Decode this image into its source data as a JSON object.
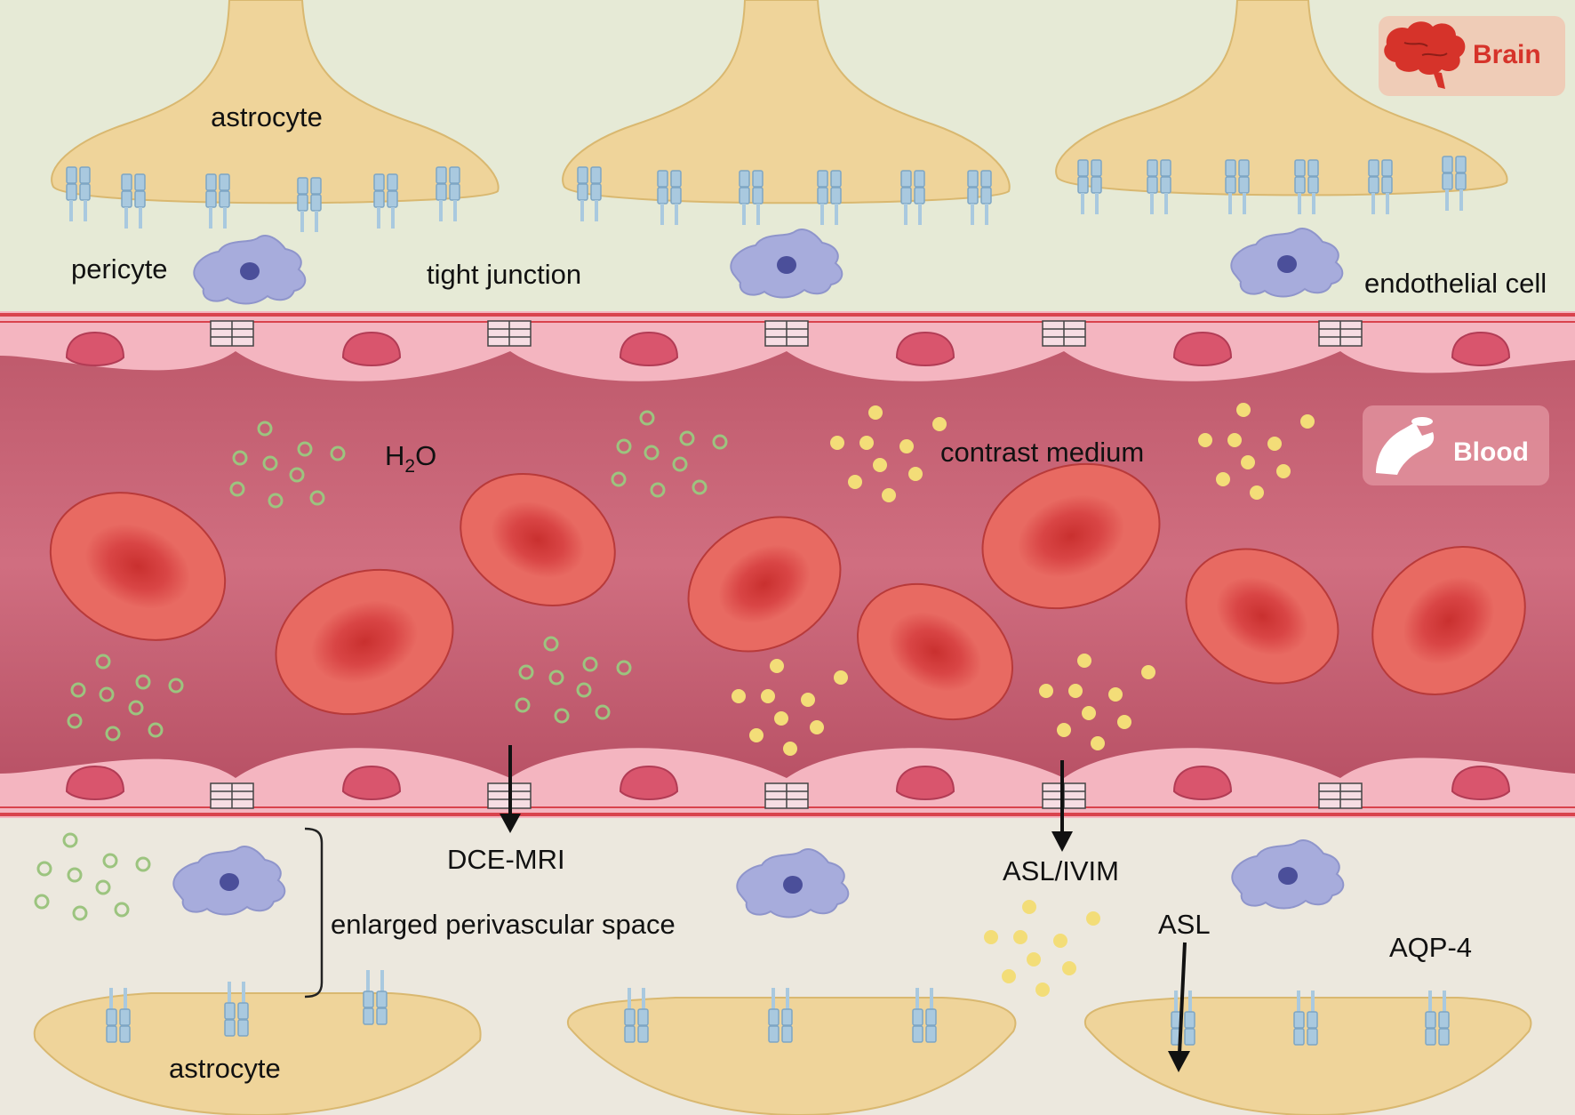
{
  "labels": {
    "astrocyte_top": "astrocyte",
    "pericyte": "pericyte",
    "tight_junction": "tight junction",
    "endothelial_cell": "endothelial cell",
    "h2o_main": "H",
    "h2o_sub": "2",
    "h2o_tail": "O",
    "contrast_medium": "contrast medium",
    "dce_mri": "DCE-MRI",
    "asl_ivim": "ASL/IVIM",
    "asl": "ASL",
    "aqp4": "AQP-4",
    "enlarged_pvs": "enlarged perivascular space",
    "astrocyte_bottom": "astrocyte"
  },
  "badges": {
    "brain": "Brain",
    "blood": "Blood"
  },
  "colors": {
    "brain_zone": "#e6ead6",
    "bottom_zone": "#ece8de",
    "vessel_lumen": "#c85f72",
    "endothelium": "#f4b5c0",
    "rbc": "#e05555",
    "astrocyte": "#efd49a",
    "pericyte": "#a7acdc",
    "water": "#9cc47f",
    "contrast": "#f3dd78",
    "aqp4": "#a9c9df",
    "brain_badge_bg": "#f0c9b4",
    "brain_badge_text": "#d6332a",
    "blood_badge_bg": "#e0919c"
  },
  "icons": [
    "brain-icon",
    "blood-vessel-icon",
    "arrow-down-icon"
  ]
}
